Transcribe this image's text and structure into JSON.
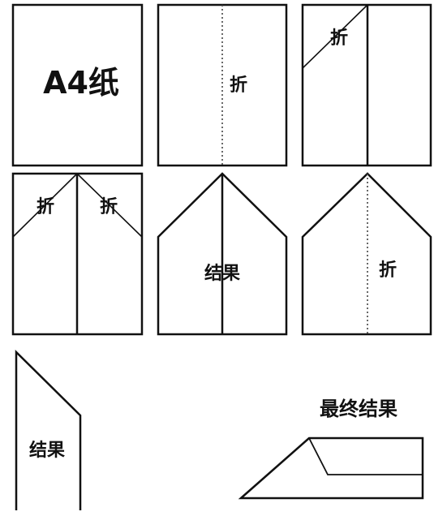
{
  "colors": {
    "line": "#111111",
    "fold_line": "#444444",
    "background": "#ffffff"
  },
  "panels": {
    "a4": {
      "label": "A4纸"
    },
    "fold_center": {
      "label": "折"
    },
    "fold_corner": {
      "label": "折"
    },
    "fold_both_left": {
      "label": "折"
    },
    "fold_both_right": {
      "label": "折"
    },
    "result_1": {
      "label": "结果"
    },
    "fold_half": {
      "label": "折"
    },
    "result_2": {
      "label": "结果"
    },
    "final": {
      "title": "最终结果"
    }
  }
}
